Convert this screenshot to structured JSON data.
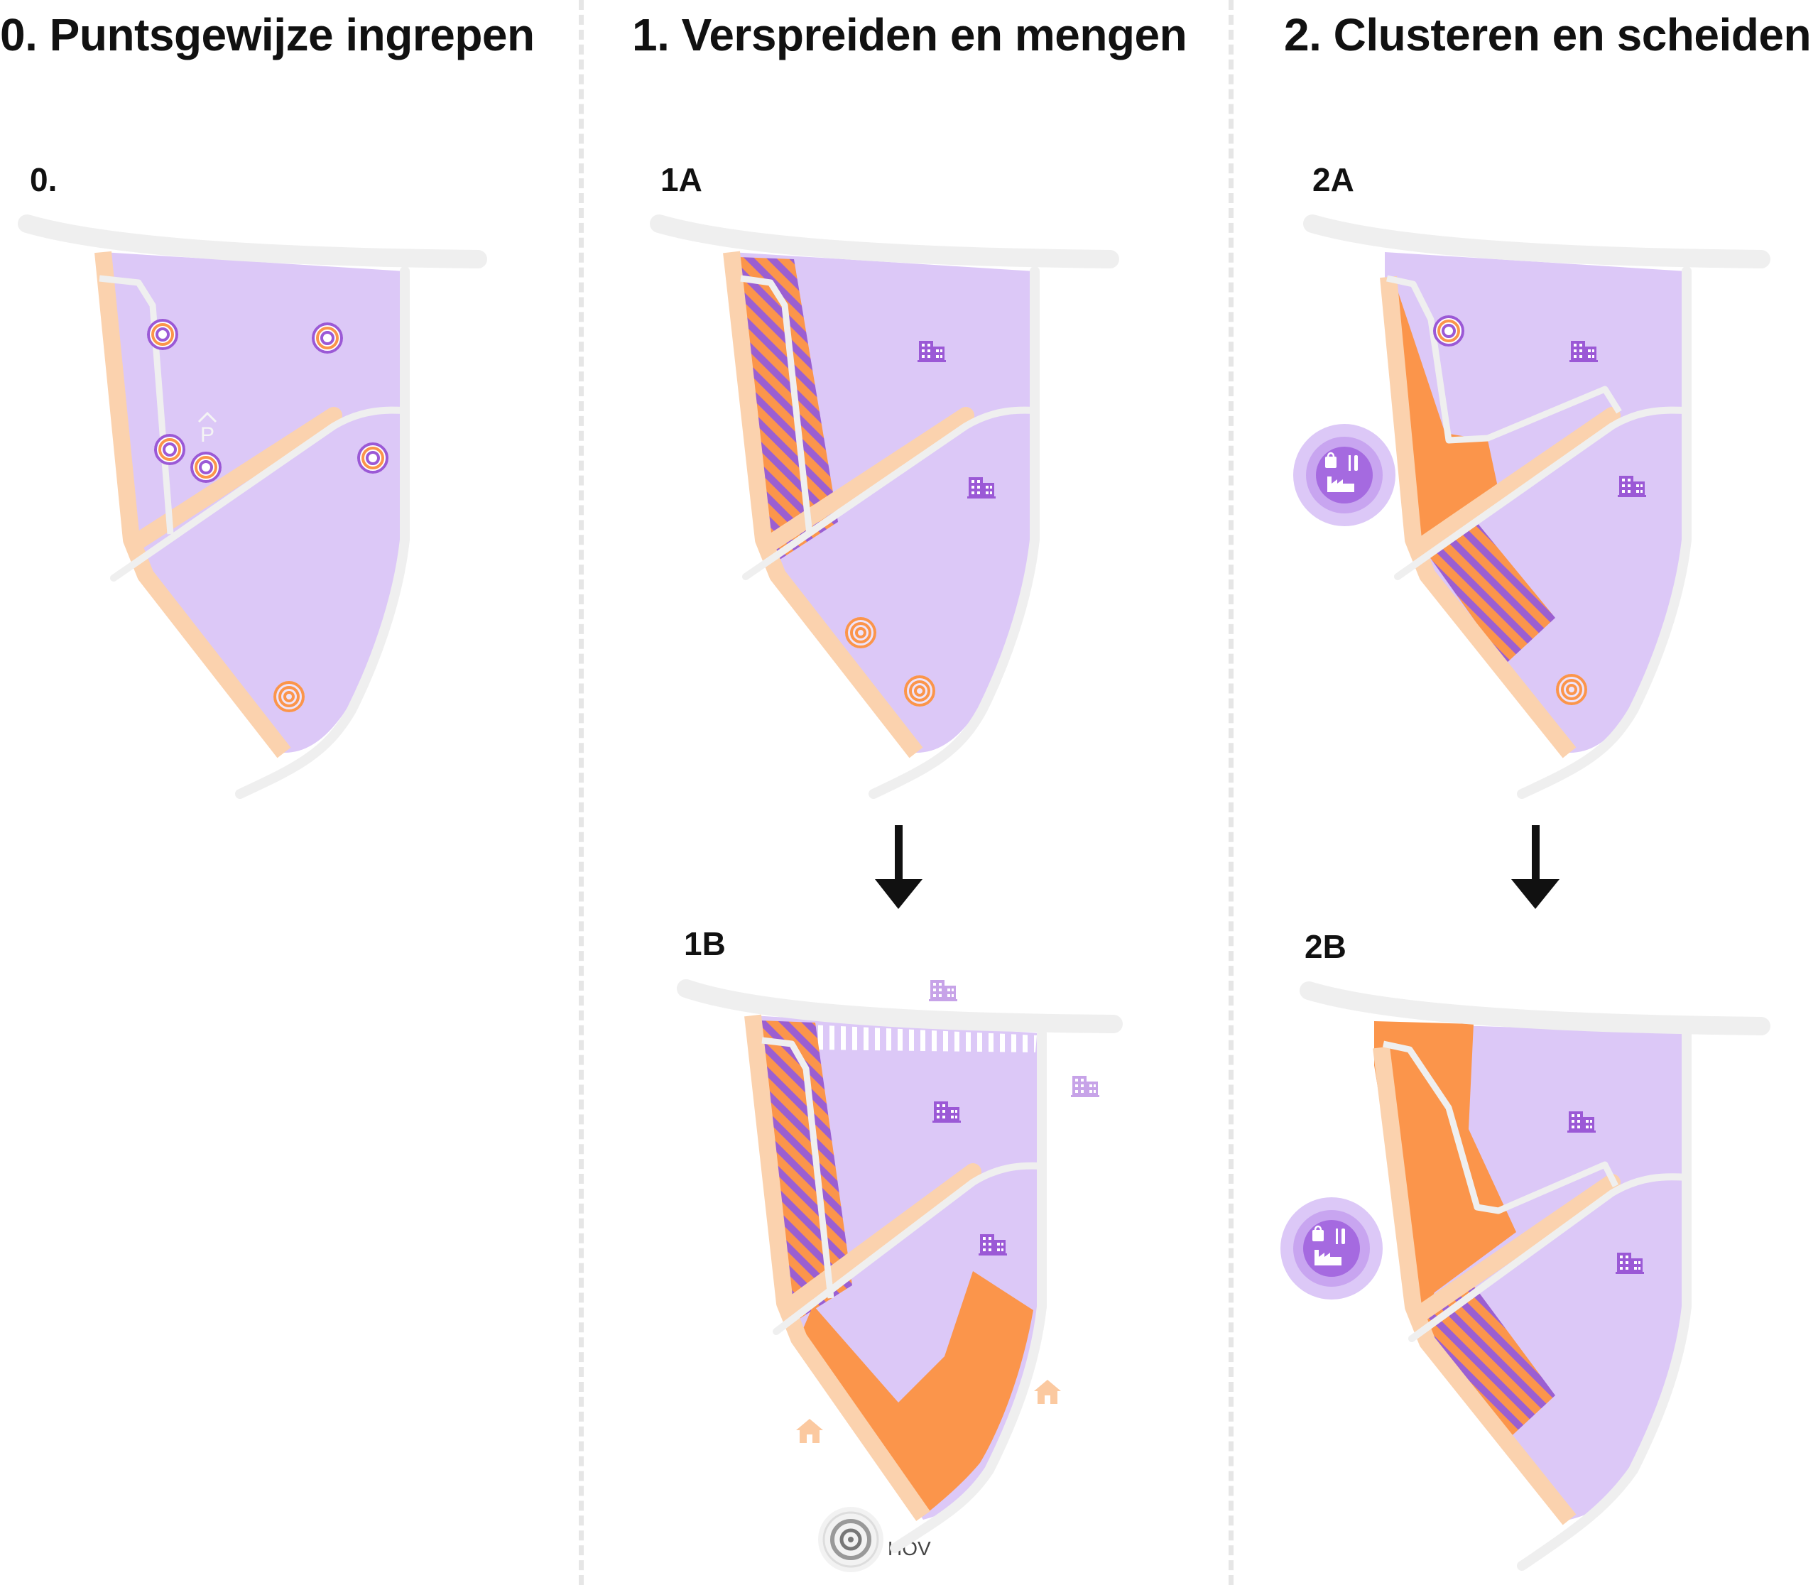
{
  "columns": [
    {
      "title": "0. Puntsgewijze ingrepen"
    },
    {
      "title": "1. Verspreiden en mengen"
    },
    {
      "title": "2. Clusteren en scheiden"
    }
  ],
  "panels": {
    "p0": {
      "label": "0."
    },
    "p1a": {
      "label": "1A"
    },
    "p1b": {
      "label": "1B"
    },
    "p2a": {
      "label": "2A"
    },
    "p2b": {
      "label": "2B"
    }
  },
  "annotations": {
    "parking": "P",
    "hov": "HOV"
  },
  "colors": {
    "lavender": "#dcc8f7",
    "road": "#efefef",
    "peach": "#fbd2ae",
    "orange": "#fb954b",
    "purple": "#9b59d6",
    "stripe_purple": "#9b5fd1"
  },
  "icons": [
    "target-icon",
    "building-icon",
    "house-icon",
    "parking-icon",
    "shopping-bag-icon",
    "cutlery-icon",
    "factory-icon",
    "hov-stop-icon",
    "arrow-down-icon"
  ]
}
